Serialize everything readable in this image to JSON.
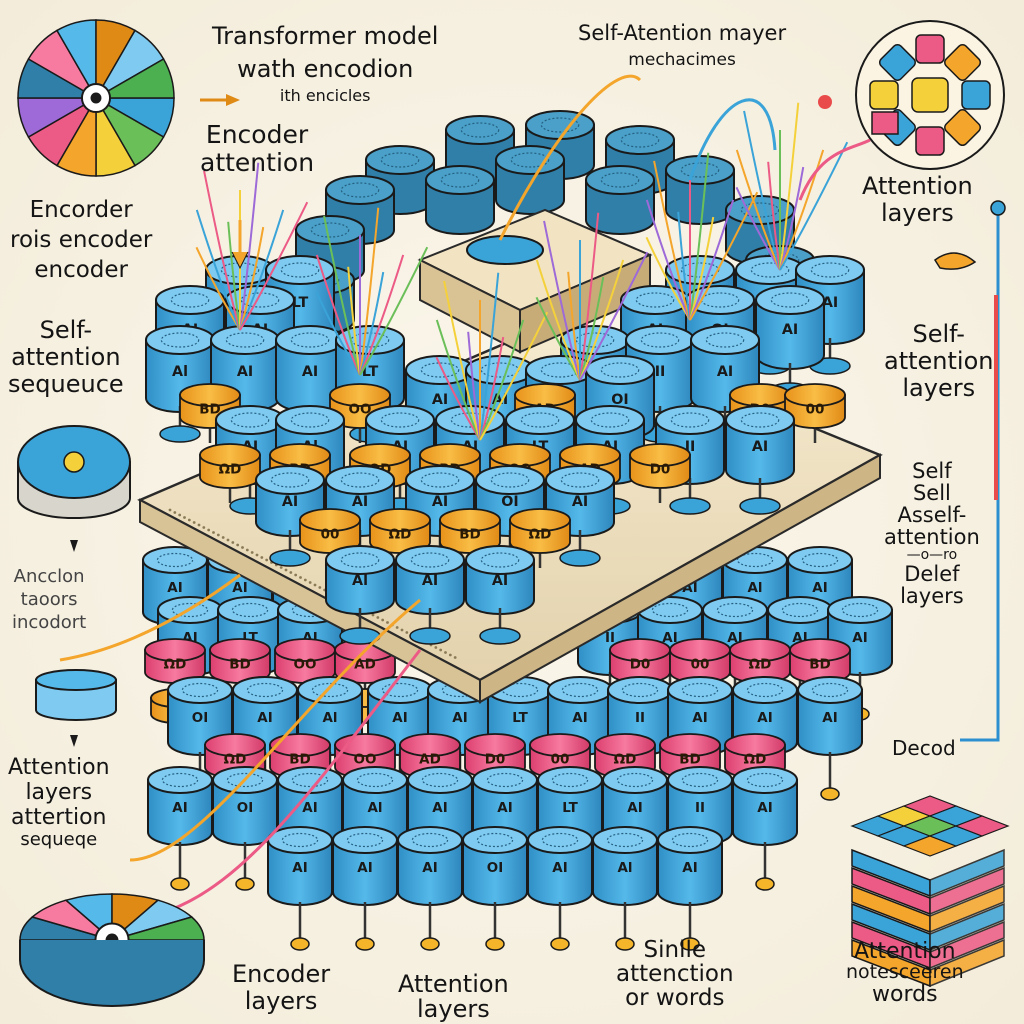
{
  "colors": {
    "background": "#f6f1e4",
    "cylinder_blue": "#3aa3d8",
    "cylinder_orange": "#f4a52b",
    "cylinder_pink": "#ec5a86",
    "platform": "#efe2c4",
    "outline": "#1a1a1a"
  },
  "labels": {
    "top_title": [
      "Transformer model",
      "wath encodion",
      "ith encicles"
    ],
    "top_right": [
      "Self-Atention mayer",
      "mechacimes"
    ],
    "encoder_attention": [
      "Encoder",
      "attention"
    ],
    "encoder_left": [
      "Encorder",
      "rois encoder",
      "encoder"
    ],
    "self_attention_sequence": [
      "Self-",
      "attention",
      "sequeuce"
    ],
    "anccion_left": [
      "Ancclon",
      "taoors",
      "incodort"
    ],
    "attention_layers_left": [
      "Attention",
      "layers",
      "attertion",
      "sequeqe"
    ],
    "attention_layers_right_top": [
      "Attention",
      "layers"
    ],
    "self_attention_layers_right": [
      "Self-",
      "attention",
      "layers"
    ],
    "right_column": [
      "Self",
      "Sell",
      "Asself-",
      "attention",
      "—o—ro",
      "Delef",
      "layers"
    ],
    "decoder": "Decod",
    "bottom_encoder": [
      "Encoder",
      "layers"
    ],
    "bottom_attention": [
      "Attention",
      "layers"
    ],
    "bottom_sinlle": [
      "Sinlle",
      "attenction",
      "or words"
    ],
    "bottom_right": [
      "Attention",
      "notesceeren",
      "words"
    ]
  },
  "cylinder_glyphs": [
    "AI",
    "AI",
    "AI",
    "OI",
    "AI",
    "Al",
    "AI",
    "AI",
    "LT",
    "AI",
    "II",
    "AI"
  ],
  "disc_glyphs": [
    "ΩD",
    "BD",
    "OO",
    "AD",
    "D0",
    "00",
    "ΩD",
    "BD"
  ]
}
